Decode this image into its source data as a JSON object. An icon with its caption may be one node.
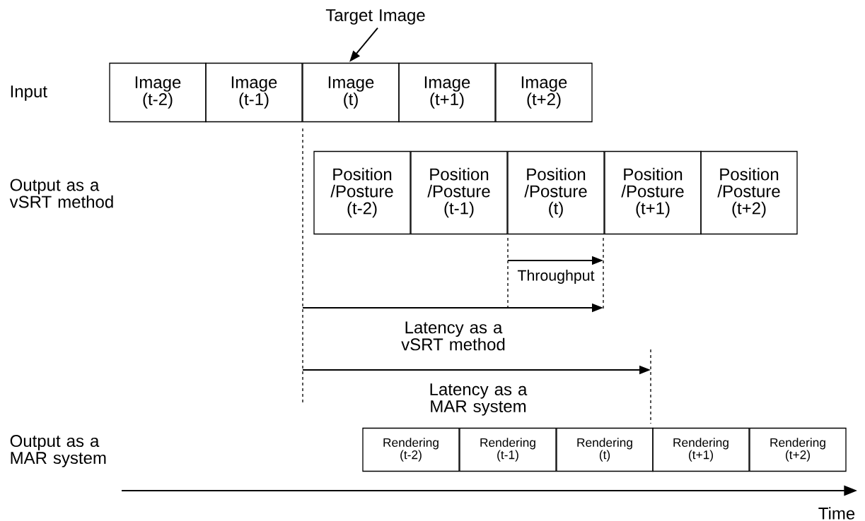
{
  "diagram": {
    "nodes": [
      {
        "text": [
          "Target Image"
        ]
      },
      {
        "text": [
          "Image (t-2)"
        ]
      },
      {
        "text": [
          "Image (t-1)"
        ]
      },
      {
        "text": [
          "Image (t)"
        ]
      },
      {
        "text": [
          "Image (t+1)"
        ]
      },
      {
        "text": [
          "Image (t+2)"
        ]
      },
      {
        "text": [
          "Position /Posture (t-2)"
        ]
      },
      {
        "text": [
          "Position /Posture (t-1)"
        ]
      },
      {
        "text": [
          "Position /Posture (t)"
        ]
      },
      {
        "text": [
          "Position /Posture (t+1)"
        ]
      },
      {
        "text": [
          "Position /Posture (t+2)"
        ]
      },
      {
        "text": [
          "Rendering (t-2)"
        ]
      },
      {
        "text": [
          "Rendering (t-1)"
        ]
      },
      {
        "text": [
          "Rendering (t)"
        ]
      },
      {
        "text": [
          "Rendering (t+1)"
        ]
      },
      {
        "text": [
          "Rendering (t+2)"
        ]
      }
    ],
    "edges": [
      {
        "from": 0,
        "to": 3,
        "arrow": "to"
      }
    ],
    "labels": [
      "Input",
      "Output as a vSRT method",
      "Throughput",
      "Latency as a vSRT method",
      "Latency as a MAR system",
      "Output as a MAR system",
      "Time"
    ]
  }
}
